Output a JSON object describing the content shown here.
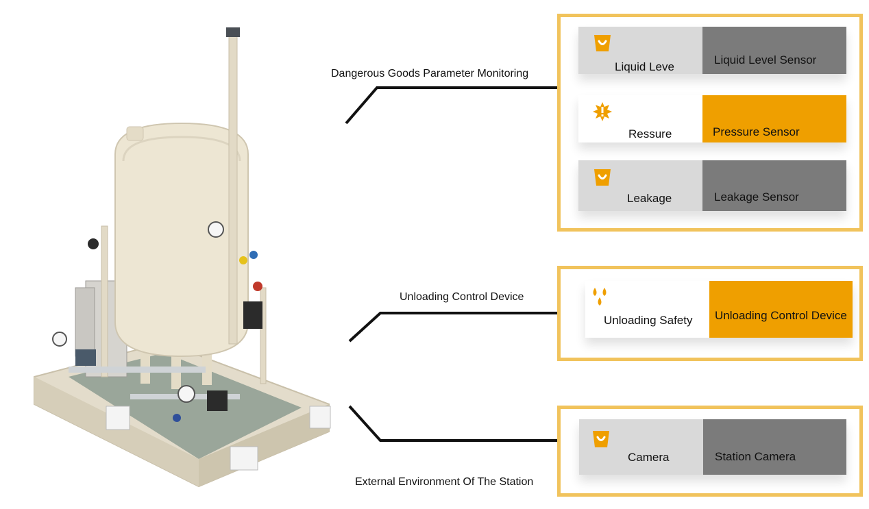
{
  "sections": [
    {
      "title": "Dangerous Goods Parameter Monitoring",
      "cards": [
        {
          "icon": "bucket-icon",
          "left_label": "Liquid Leve",
          "right_label": "Liquid Level Sensor",
          "right_style": "gray",
          "left_style": "gray"
        },
        {
          "icon": "alert-burst-icon",
          "left_label": "Ressure",
          "right_label": "Pressure Sensor",
          "right_style": "orange",
          "left_style": "white"
        },
        {
          "icon": "bucket-icon",
          "left_label": "Leakage",
          "right_label": "Leakage Sensor",
          "right_style": "gray",
          "left_style": "gray"
        }
      ]
    },
    {
      "title": "Unloading Control Device",
      "cards": [
        {
          "icon": "drops-icon",
          "left_label": "Unloading Safety",
          "right_label": "Unloading Control Device",
          "right_style": "orange",
          "left_style": "white"
        }
      ]
    },
    {
      "title": "External Environment Of The Station",
      "cards": [
        {
          "icon": "bucket-icon",
          "left_label": "Camera",
          "right_label": "Station Camera",
          "right_style": "gray",
          "left_style": "gray"
        }
      ]
    }
  ],
  "colors": {
    "frame": "#f1c35c",
    "accent_orange": "#ef9f00",
    "sensor_gray": "#7b7b7b",
    "label_gray": "#d9d9d9",
    "tank": "#ede6d3",
    "skid": "#e9e2cf"
  }
}
